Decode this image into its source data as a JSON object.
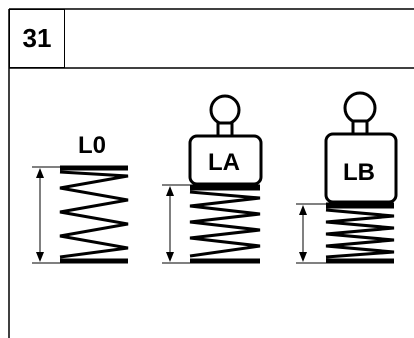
{
  "figure_number": "31",
  "labels": {
    "free_length": "L0",
    "length_a": "LA",
    "length_b": "LB"
  },
  "colors": {
    "line": "#000000",
    "background": "#ffffff"
  }
}
